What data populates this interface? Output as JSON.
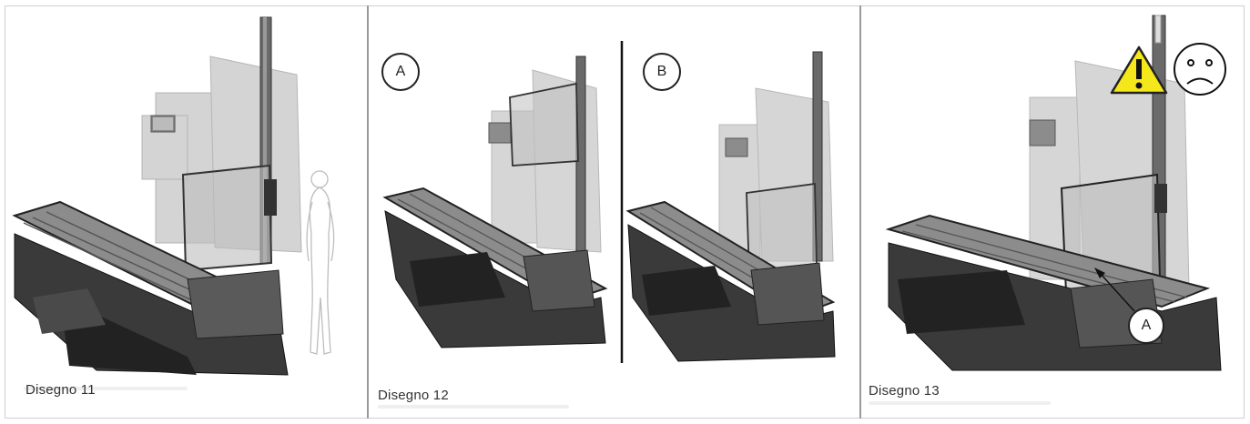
{
  "figures": [
    {
      "id": "11",
      "caption": "Disegno 11"
    },
    {
      "id": "12",
      "caption": "Disegno 12",
      "labels": [
        "A",
        "B"
      ]
    },
    {
      "id": "13",
      "caption": "Disegno 13",
      "labels": [
        "A"
      ]
    }
  ],
  "icons": {
    "warning": "warning-icon",
    "sad_face": "sad-face-icon",
    "human": "human-silhouette-icon"
  },
  "colors": {
    "warning_yellow": "#f5e81a",
    "machine_dark": "#2b2b2b",
    "machine_light": "#c8c8c8"
  }
}
